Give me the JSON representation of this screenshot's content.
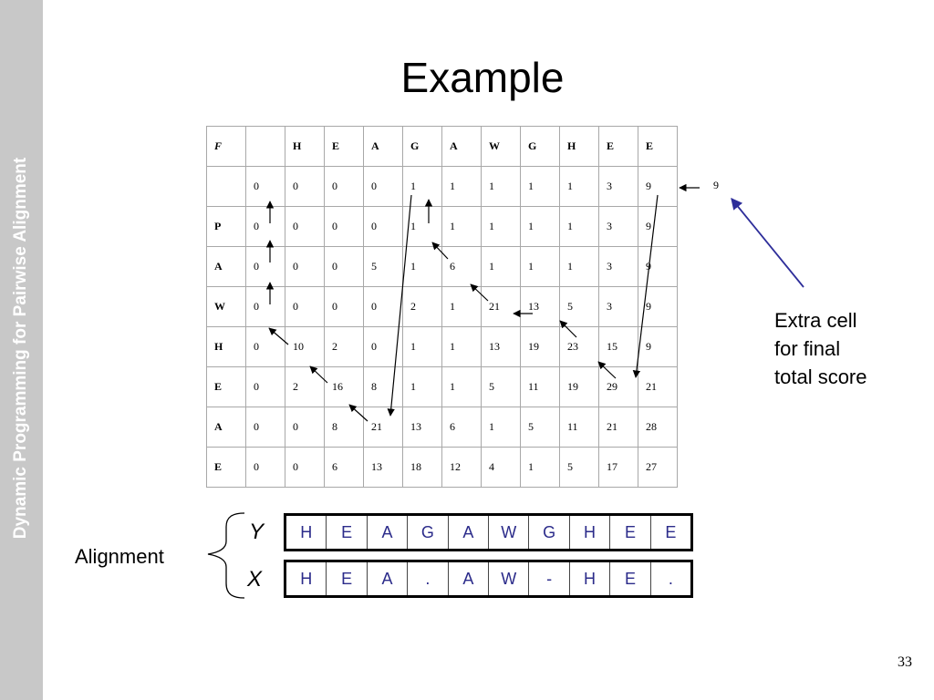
{
  "sidebar": {
    "title": "Dynamic Programming for Pairwise Alignment"
  },
  "title": "Example",
  "table": {
    "header": [
      "F",
      "",
      "H",
      "E",
      "A",
      "G",
      "A",
      "W",
      "G",
      "H",
      "E",
      "E"
    ],
    "rows": [
      [
        "",
        "0",
        "0",
        "0",
        "0",
        "1",
        "1",
        "1",
        "1",
        "1",
        "3",
        "9"
      ],
      [
        "P",
        "0",
        "0",
        "0",
        "0",
        "1",
        "1",
        "1",
        "1",
        "1",
        "3",
        "9"
      ],
      [
        "A",
        "0",
        "0",
        "0",
        "5",
        "1",
        "6",
        "1",
        "1",
        "1",
        "3",
        "9"
      ],
      [
        "W",
        "0",
        "0",
        "0",
        "0",
        "2",
        "1",
        "21",
        "13",
        "5",
        "3",
        "9"
      ],
      [
        "H",
        "0",
        "10",
        "2",
        "0",
        "1",
        "1",
        "13",
        "19",
        "23",
        "15",
        "9"
      ],
      [
        "E",
        "0",
        "2",
        "16",
        "8",
        "1",
        "1",
        "5",
        "11",
        "19",
        "29",
        "21"
      ],
      [
        "A",
        "0",
        "0",
        "8",
        "21",
        "13",
        "6",
        "1",
        "5",
        "11",
        "21",
        "28"
      ],
      [
        "E",
        "0",
        "0",
        "6",
        "13",
        "18",
        "12",
        "4",
        "1",
        "5",
        "17",
        "27"
      ]
    ]
  },
  "extra_cell_value": "9",
  "annotation": [
    "Extra cell",
    "for final",
    "total score"
  ],
  "alignment": {
    "label": "Alignment",
    "y_label": "Y",
    "x_label": "X",
    "y_seq": [
      "H",
      "E",
      "A",
      "G",
      "A",
      "W",
      "G",
      "H",
      "E",
      "E"
    ],
    "x_seq": [
      "H",
      "E",
      "A",
      ".",
      "A",
      "W",
      "-",
      "H",
      "E",
      "."
    ]
  },
  "page_number": "33",
  "colors": {
    "sidebar": "#c8c8c8",
    "sequence_text": "#2b2b8a",
    "pointer_arrow": "#2e2e9a"
  }
}
